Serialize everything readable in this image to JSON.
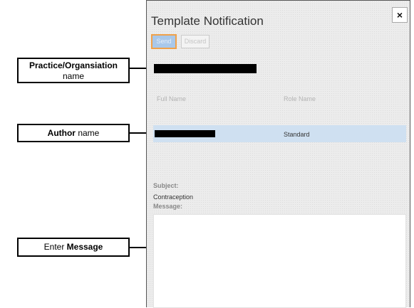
{
  "callouts": {
    "practice_bold": "Practice/Organsiation",
    "practice_rest": "name",
    "author_bold": "Author",
    "author_rest": " name",
    "message_pre": "Enter ",
    "message_bold": "Message"
  },
  "dialog": {
    "title": "Template Notification",
    "close_label": "×",
    "send_label": "Send",
    "discard_label": "Discard",
    "table": {
      "headers": [
        "Full Name",
        "Role Name"
      ],
      "rows": [
        {
          "full_name": "",
          "role_name": "Standard"
        }
      ]
    },
    "subject_label": "Subject:",
    "subject_value": "Contraception",
    "message_label": "Message:",
    "message_value": ""
  },
  "colors": {
    "highlight_row": "#cfe0f1",
    "send_border": "#f0a14a",
    "send_fill": "#a9c8ea"
  }
}
